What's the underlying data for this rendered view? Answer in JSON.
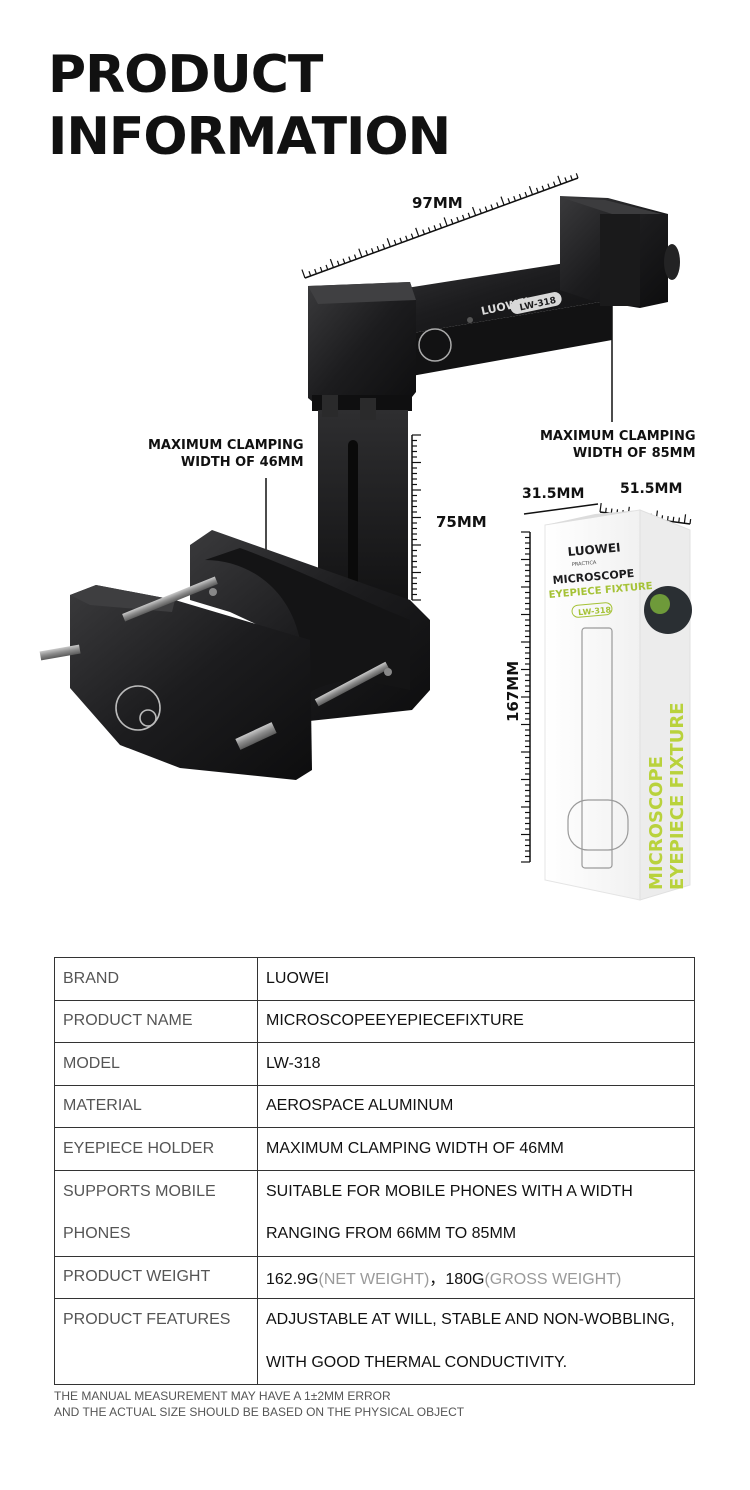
{
  "title": {
    "line1": "PRODUCT",
    "line2": "INFORMATION"
  },
  "dimensions": {
    "top_width": "97MM",
    "right_clamp": {
      "line1": "MAXIMUM CLAMPING",
      "line2": "WIDTH OF 85MM"
    },
    "left_clamp": {
      "line1": "MAXIMUM CLAMPING",
      "line2": "WIDTH OF 46MM"
    },
    "vertical": "75MM",
    "box_depth": "31.5MM",
    "box_width": "51.5MM",
    "box_height": "167MM"
  },
  "product_marks": {
    "arm_brand": "LUOWEI",
    "arm_model": "LW-318"
  },
  "package": {
    "brand": "LUOWEI",
    "brand_sub": "PRACTICA",
    "line1": "MICROSCOPE",
    "line2": "EYEPIECE FIXTURE",
    "model": "LW-318",
    "side_line1": "MICROSCOPE",
    "side_line2": "EYEPIECE FIXTURE"
  },
  "specs": [
    {
      "key": "BRAND",
      "value": "LUOWEI"
    },
    {
      "key": "PRODUCT NAME",
      "value": "MICROSCOPEEYEPIECEFIXTURE"
    },
    {
      "key": "MODEL",
      "value": "LW-318"
    },
    {
      "key": "MATERIAL",
      "value": "AEROSPACE ALUMINUM"
    },
    {
      "key": "EYEPIECE HOLDER",
      "value": "MAXIMUM CLAMPING WIDTH OF 46MM"
    },
    {
      "key1": "SUPPORTS MOBILE",
      "key2": "PHONES",
      "value1": "SUITABLE FOR MOBILE PHONES WITH A WIDTH",
      "value2": "RANGING FROM 66MM TO 85MM"
    },
    {
      "key": "PRODUCT WEIGHT",
      "net_value": "162.9G",
      "net_label": "(NET WEIGHT)",
      "separator": "，",
      "gross_value": "180G",
      "gross_label": "(GROSS WEIGHT)"
    },
    {
      "key": "PRODUCT FEATURES",
      "value1": "ADJUSTABLE AT WILL, STABLE AND NON-WOBBLING,",
      "value2": "WITH GOOD THERMAL CONDUCTIVITY."
    }
  ],
  "note": {
    "line1": "THE MANUAL MEASUREMENT MAY HAVE A 1±2MM ERROR",
    "line2": "AND THE ACTUAL SIZE SHOULD BE BASED ON THE PHYSICAL OBJECT"
  },
  "colors": {
    "metal": "#1c1c1e",
    "accent_green": "#b9d23c",
    "text": "#111111"
  }
}
